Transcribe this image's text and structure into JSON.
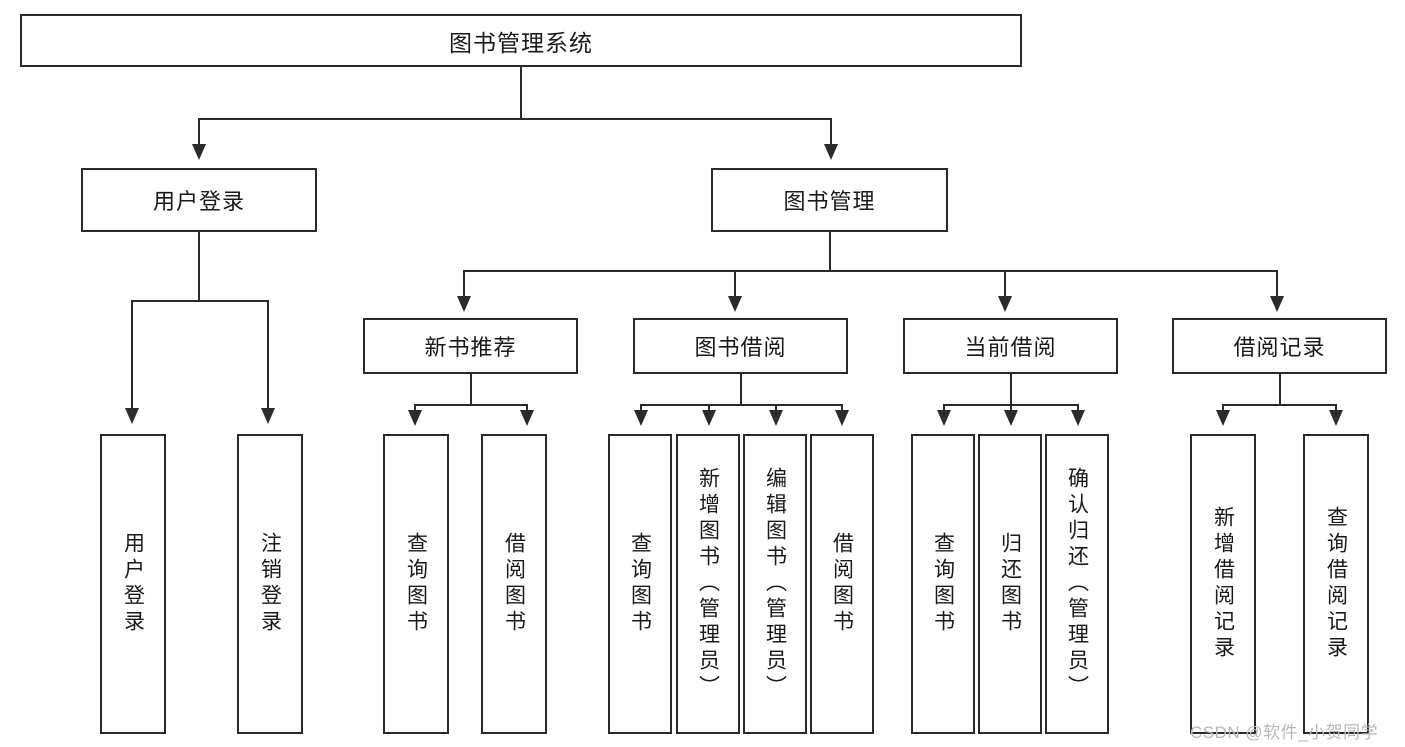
{
  "diagram": {
    "title": "图书管理系统",
    "type": "hierarchy-tree",
    "colors": {
      "border": "#2b2b2b",
      "background": "#ffffff",
      "text": "#1a1a1a",
      "watermark": "#b9b9b9"
    },
    "root": {
      "label": "图书管理系统"
    },
    "level2": [
      {
        "label": "用户登录"
      },
      {
        "label": "图书管理"
      }
    ],
    "level3": [
      {
        "label": "新书推荐"
      },
      {
        "label": "图书借阅"
      },
      {
        "label": "当前借阅"
      },
      {
        "label": "借阅记录"
      }
    ],
    "leaves": {
      "user_login": [
        {
          "label": "用户登录"
        },
        {
          "label": "注销登录"
        }
      ],
      "new_book_recommend": [
        {
          "label": "查询图书"
        },
        {
          "label": "借阅图书"
        }
      ],
      "book_borrow": [
        {
          "label": "查询图书"
        },
        {
          "label": "新增图书（管理员）"
        },
        {
          "label": "编辑图书（管理员）"
        },
        {
          "label": "借阅图书"
        }
      ],
      "current_borrow": [
        {
          "label": "查询图书"
        },
        {
          "label": "归还图书"
        },
        {
          "label": "确认归还（管理员）"
        }
      ],
      "borrow_record": [
        {
          "label": "新增借阅记录"
        },
        {
          "label": "查询借阅记录"
        }
      ]
    }
  },
  "watermark": {
    "text": "CSDN @软件_小贺同学"
  }
}
